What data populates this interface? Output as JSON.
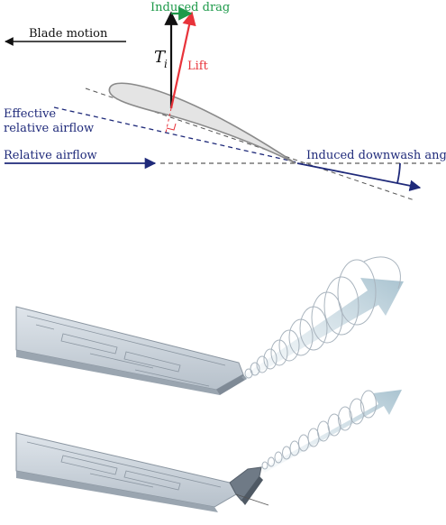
{
  "labels": {
    "blade_motion": "Blade motion",
    "induced_drag": "Induced drag",
    "lift": "Lift",
    "thrust_symbol": "T",
    "thrust_subscript": "i",
    "effective_line1": "Effective",
    "effective_line2": "relative airflow",
    "relative_airflow": "Relative airflow",
    "induced_downwash_angle": "Induced downwash angle"
  },
  "colors": {
    "navy": "#1f2a7a",
    "lift_red": "#e8333a",
    "drag_green": "#1e9a4a",
    "thrust_black": "#111111",
    "airfoil_fill": "#e4e4e4",
    "airfoil_stroke": "#8a8a8a",
    "wing_top": "#c9d2dc",
    "wing_edge": "#7f8a96",
    "vortex": "#a9b4be",
    "vortex_arrow": "#b8ccd6"
  },
  "icons": {
    "blade_motion_arrow": "arrow-left-icon",
    "relative_airflow_arrow": "arrow-right-icon",
    "wake_arrow_upper": "wake-arrow-icon",
    "wake_arrow_lower": "wake-arrow-icon"
  }
}
